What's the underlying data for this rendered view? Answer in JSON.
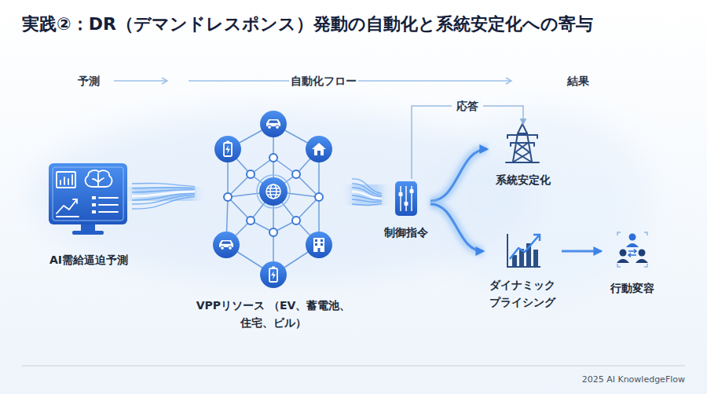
{
  "diagram": {
    "title": "実践②：DR（デマンドレスポンス）発動の自動化と系統安定化への寄与",
    "nodes": [
      {
        "text": [
          "AI需給逼迫予測"
        ]
      },
      {
        "text": [
          "VPPリソース （EV、蓄電池、住宅、ビル）"
        ]
      },
      {
        "text": [
          "制御指令"
        ]
      },
      {
        "text": [
          "系統安定化"
        ]
      },
      {
        "text": [
          "ダイナミック プライシング"
        ]
      },
      {
        "text": [
          "行動変容"
        ]
      }
    ],
    "edges": [
      {
        "from": 0,
        "to": 1,
        "arrow": "none"
      },
      {
        "from": 1,
        "to": 2,
        "arrow": "none"
      },
      {
        "from": 2,
        "to": 3,
        "label": "応答",
        "arrow": "to"
      },
      {
        "from": 2,
        "to": 3,
        "arrow": "to"
      },
      {
        "from": 2,
        "to": 4,
        "arrow": "to"
      },
      {
        "from": 4,
        "to": 5,
        "arrow": "to"
      }
    ],
    "labels": [
      "予測",
      "自動化フロー",
      "結果",
      "2025 AI KnowledgeFlow"
    ]
  }
}
